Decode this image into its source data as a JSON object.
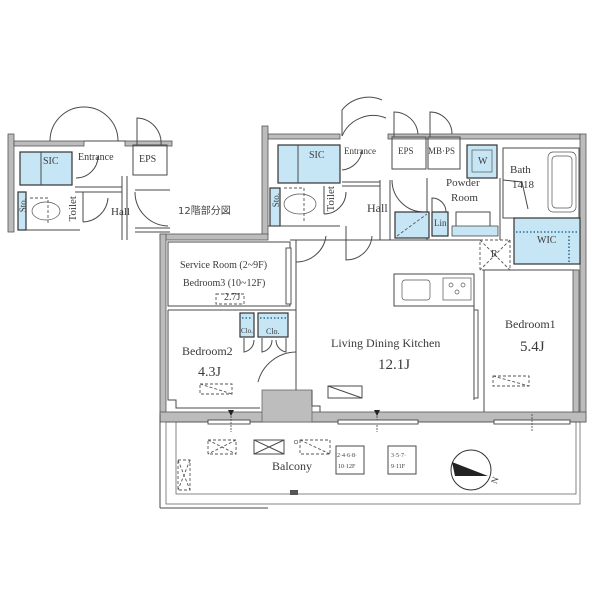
{
  "floor_plan": {
    "inset_12F": {
      "caption": "12階部分図",
      "rooms": {
        "sic": "SIC",
        "entrance": "Entrance",
        "eps": "EPS",
        "toilet": "Toilet",
        "storage": "Sto.",
        "hall": "Hall"
      }
    },
    "main": {
      "sic": "SIC",
      "entrance": "Entrance",
      "eps": "EPS",
      "mb_ps": "MB·PS",
      "washer": "W",
      "bath": "Bath",
      "bath_size": "1418",
      "powder_room_line1": "Powder",
      "powder_room_line2": "Room",
      "storage": "Sto.",
      "toilet": "Toilet",
      "hall": "Hall",
      "linen": "Lin",
      "refrigerator": "R",
      "wic": "WIC",
      "service_room_line1": "Service Room (2~9F)",
      "service_room_line2": "Bedroom3 (10~12F)",
      "service_room_size": "2.7J",
      "closet1": "Clo.",
      "closet2": "Clo.",
      "bedroom2": "Bedroom2",
      "bedroom2_size": "4.3J",
      "ldk": "Living Dining Kitchen",
      "ldk_size": "12.1J",
      "bedroom1": "Bedroom1",
      "bedroom1_size": "5.4J",
      "balcony": "Balcony",
      "hatch1_line1": "2·4·6·8·",
      "hatch1_line2": "10·12F",
      "hatch2_line1": "3·5·7·",
      "hatch2_line2": "9·11F",
      "compass_label": "N"
    },
    "colors": {
      "wall": "#b4b4b4",
      "wall_outline": "#555555",
      "storage_fill": "#c7e6f5",
      "column_fill": "#bdbdbd",
      "line": "#4a4a4a"
    }
  }
}
